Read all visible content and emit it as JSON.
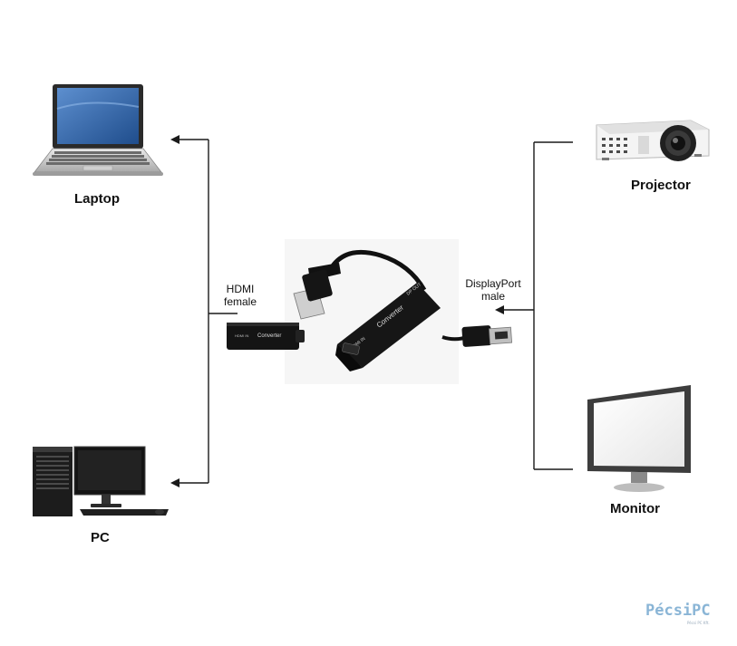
{
  "devices": {
    "laptop": {
      "label": "Laptop",
      "icon": "laptop-icon"
    },
    "pc": {
      "label": "PC",
      "icon": "desktop-pc-icon"
    },
    "projector": {
      "label": "Projector",
      "icon": "projector-icon"
    },
    "monitor": {
      "label": "Monitor",
      "icon": "monitor-icon"
    }
  },
  "connectors": {
    "hdmi": {
      "line1": "HDMI",
      "line2": "female"
    },
    "displayport": {
      "line1": "DisplayPort",
      "line2": "male"
    }
  },
  "adapter": {
    "body_text": "Converter",
    "port_hdmi_text": "HDMI IN",
    "port_dp_text": "DP OUT"
  },
  "logo": {
    "text": "PécsiPC",
    "sub": "Pécsi PC Kft."
  },
  "colors": {
    "line": "#1a1a1a",
    "device_dark": "#1c1c1c",
    "screen_blue": "#3a6fb0",
    "logo": "#8ab5d6"
  }
}
